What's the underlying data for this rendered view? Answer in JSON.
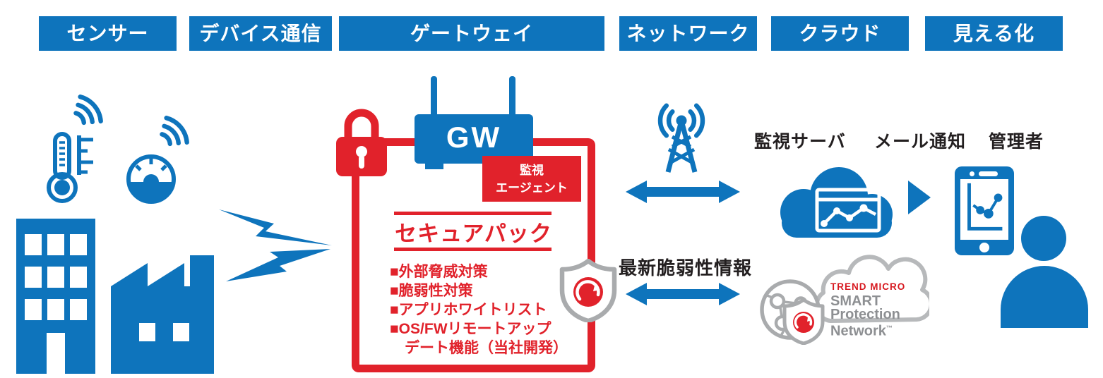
{
  "colors": {
    "blue": "#0e74bc",
    "red": "#e1222b",
    "brand-red": "#d71920",
    "ink": "#231f20",
    "outline-gray": "#a9abad",
    "logo-gray": "#8d8f92",
    "cloud-gray": "#b7b9bb"
  },
  "stage_headers": [
    {
      "label": "センサー"
    },
    {
      "label": "デバイス通信"
    },
    {
      "label": "ゲートウェイ"
    },
    {
      "label": "ネットワーク"
    },
    {
      "label": "クラウド"
    },
    {
      "label": "見える化"
    }
  ],
  "icons": {
    "wifi": "wifi-signal-icon",
    "thermometer": "thermometer-sensor-icon",
    "gauge": "gauge-sensor-icon",
    "building": "office-building-icon",
    "factory": "factory-icon",
    "lightning": "lightning-link-icon",
    "lock": "padlock-icon",
    "gateway_device": "gateway-router-icon",
    "shield": "trendmicro-shield-icon",
    "antenna": "radio-tower-icon",
    "double_arrow": "double-arrow-icon",
    "cloud": "cloud-server-icon",
    "triangle": "right-arrow-icon",
    "phone": "smartphone-icon",
    "person": "administrator-person-icon",
    "globe": "network-globe-icon",
    "spn_cloud": "spn-cloud-outline-icon"
  },
  "gateway": {
    "device_label": "GW",
    "agent_line1": "監視",
    "agent_line2": "エージェント",
    "secure_pack_title": "セキュアパック",
    "features": [
      "■外部脅威対策",
      "■脆弱性対策",
      "■アプリホワイトリスト",
      "■OS/FWリモートアップ",
      "デート機能（当社開発）"
    ]
  },
  "cloud_section": {
    "server_label": "監視サーバ",
    "mail_label": "メール通知",
    "admin_label": "管理者"
  },
  "threat_intel": {
    "label": "最新脆弱性情報"
  },
  "spn_logo": {
    "brand": "TREND MICRO",
    "name_line1": "SMART",
    "name_line2": "Protection",
    "name_line3": "Network",
    "trademark": "™"
  }
}
